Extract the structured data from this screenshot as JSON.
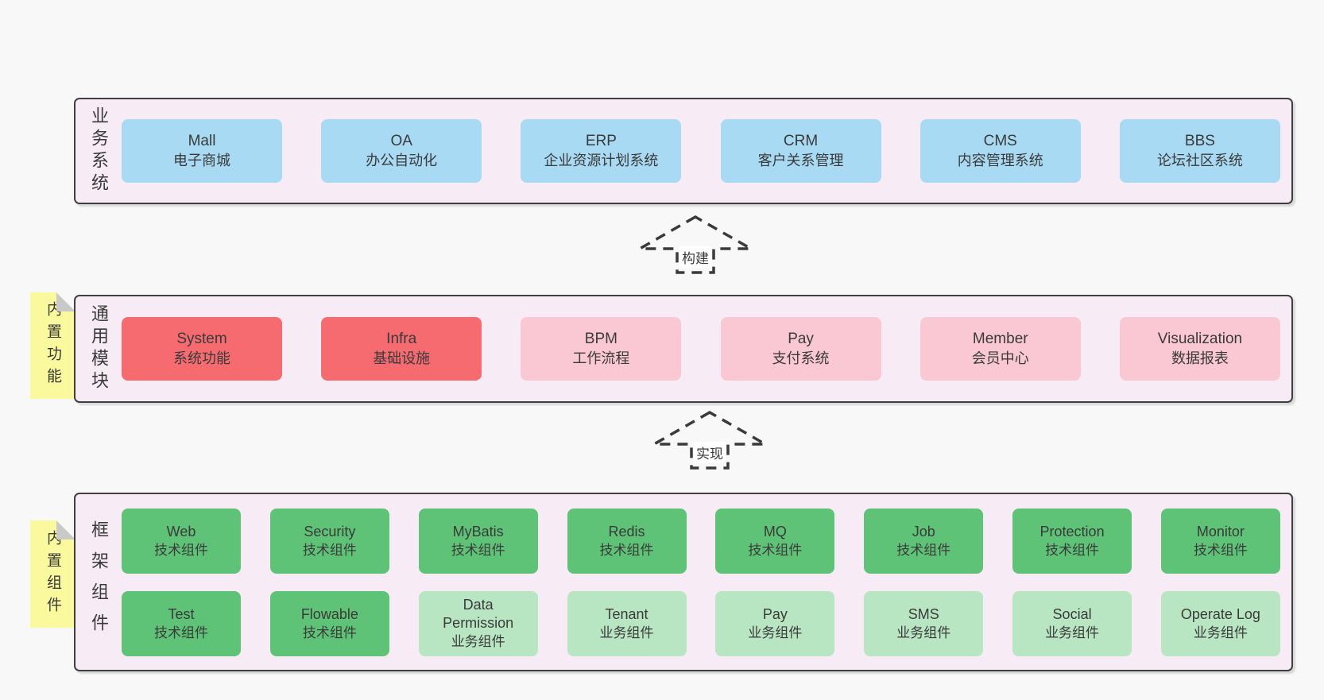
{
  "colors": {
    "page_bg": "#F8F8F8",
    "panel_fill": "#F7EBF5",
    "panel_border": "#3F3F3F",
    "box_blue": "#A9DAF3",
    "box_red": "#F56B6F",
    "box_pink": "#F9C8D2",
    "box_green": "#5FC377",
    "box_light_green": "#B9E6C2",
    "note_yellow": "#FBF99E",
    "note_fold_gray": "#C9C9C9",
    "text": "#3A3A3A"
  },
  "notes": [
    {
      "text": "内置功能"
    },
    {
      "text": "内置组件"
    }
  ],
  "arrows": [
    {
      "label": "构建"
    },
    {
      "label": "实现"
    }
  ],
  "sections": [
    {
      "label": "业务系统",
      "rows": [
        [
          {
            "en": "Mall",
            "zh": "电子商城",
            "variant": "blue"
          },
          {
            "en": "OA",
            "zh": "办公自动化",
            "variant": "blue"
          },
          {
            "en": "ERP",
            "zh": "企业资源计划系统",
            "variant": "blue"
          },
          {
            "en": "CRM",
            "zh": "客户关系管理",
            "variant": "blue"
          },
          {
            "en": "CMS",
            "zh": "内容管理系统",
            "variant": "blue"
          },
          {
            "en": "BBS",
            "zh": "论坛社区系统",
            "variant": "blue"
          }
        ]
      ]
    },
    {
      "label": "通用模块",
      "rows": [
        [
          {
            "en": "System",
            "zh": "系统功能",
            "variant": "red"
          },
          {
            "en": "Infra",
            "zh": "基础设施",
            "variant": "red"
          },
          {
            "en": "BPM",
            "zh": "工作流程",
            "variant": "pink"
          },
          {
            "en": "Pay",
            "zh": "支付系统",
            "variant": "pink"
          },
          {
            "en": "Member",
            "zh": "会员中心",
            "variant": "pink"
          },
          {
            "en": "Visualization",
            "zh": "数据报表",
            "variant": "pink"
          }
        ]
      ]
    },
    {
      "label": "框架组件",
      "rows": [
        [
          {
            "en": "Web",
            "zh": "技术组件",
            "variant": "green"
          },
          {
            "en": "Security",
            "zh": "技术组件",
            "variant": "green"
          },
          {
            "en": "MyBatis",
            "zh": "技术组件",
            "variant": "green"
          },
          {
            "en": "Redis",
            "zh": "技术组件",
            "variant": "green"
          },
          {
            "en": "MQ",
            "zh": "技术组件",
            "variant": "green"
          },
          {
            "en": "Job",
            "zh": "技术组件",
            "variant": "green"
          },
          {
            "en": "Protection",
            "zh": "技术组件",
            "variant": "green"
          },
          {
            "en": "Monitor",
            "zh": "技术组件",
            "variant": "green"
          }
        ],
        [
          {
            "en": "Test",
            "zh": "技术组件",
            "variant": "green"
          },
          {
            "en": "Flowable",
            "zh": "技术组件",
            "variant": "green"
          },
          {
            "en": "Data Permission",
            "zh": "业务组件",
            "variant": "lightgreen"
          },
          {
            "en": "Tenant",
            "zh": "业务组件",
            "variant": "lightgreen"
          },
          {
            "en": "Pay",
            "zh": "业务组件",
            "variant": "lightgreen"
          },
          {
            "en": "SMS",
            "zh": "业务组件",
            "variant": "lightgreen"
          },
          {
            "en": "Social",
            "zh": "业务组件",
            "variant": "lightgreen"
          },
          {
            "en": "Operate Log",
            "zh": "业务组件",
            "variant": "lightgreen"
          }
        ]
      ]
    }
  ]
}
